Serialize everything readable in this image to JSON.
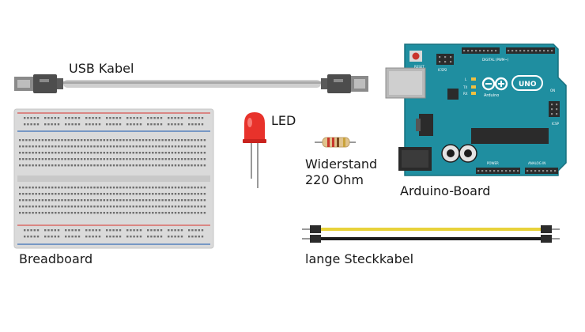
{
  "labels": {
    "usb_cable": "USB Kabel",
    "led": "LED",
    "resistor_line1": "Widerstand",
    "resistor_line2": "220 Ohm",
    "arduino_board": "Arduino-Board",
    "breadboard": "Breadboard",
    "jumper_wires": "lange Steckkabel"
  },
  "board_markings": {
    "brand": "Arduino",
    "model": "UNO",
    "reset": "RESET",
    "icsp": "ICSP2",
    "icsp_right": "ICSP",
    "digital_header": "DIGITAL (PWM~)",
    "on": "ON",
    "power": "POWER",
    "analog_in": "ANALOG IN",
    "l": "L",
    "tx": "TX",
    "rx": "RX"
  },
  "colors": {
    "arduino_teal": "#1f8ea0",
    "arduino_dark": "#17707f",
    "breadboard_body": "#dadada",
    "rail_red": "#d9534f",
    "rail_blue": "#3b6fb6",
    "led_red": "#e8322b",
    "wire_yellow": "#e8d23a",
    "wire_black": "#1c1c1c",
    "cable_gray": "#b5b5b5",
    "usb_plug": "#5a5a5a"
  }
}
